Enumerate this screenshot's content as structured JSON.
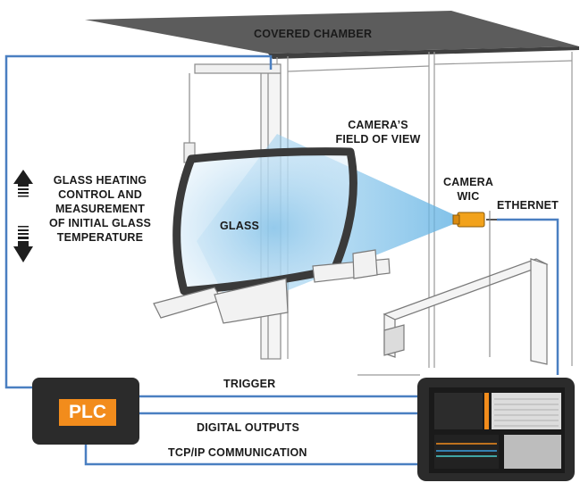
{
  "labels": {
    "covered_chamber": "COVERED CHAMBER",
    "cameras_fov_line1": "CAMERA’S",
    "cameras_fov_line2": "FIELD OF VIEW",
    "glass_heating_line1": "GLASS HEATING",
    "glass_heating_line2": "CONTROL AND",
    "glass_heating_line3": "MEASUREMENT",
    "glass_heating_line4": "OF INITIAL GLASS",
    "glass_heating_line5": "TEMPERATURE",
    "glass": "GLASS",
    "camera_line1": "CAMERA",
    "camera_line2": "WIC",
    "ethernet": "ETHERNET",
    "plc": "PLC",
    "trigger": "TRIGGER",
    "digital_outputs": "DIGITAL OUTPUTS",
    "tcp_ip": "TCP/IP COMMUNICATION"
  },
  "colors": {
    "wire": "#4a7fc1",
    "fov": "#6bb8e6",
    "plc_body": "#2b2b2b",
    "plc_label_bg": "#f28c1c",
    "camera": "#f2a21b",
    "monitor_accent": "#f28c1c"
  }
}
